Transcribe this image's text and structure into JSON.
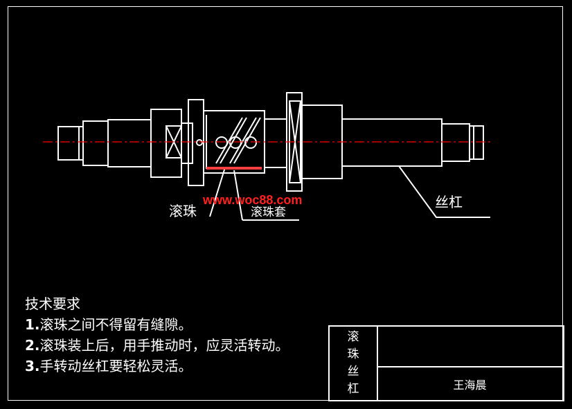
{
  "labels": {
    "ball": "滚珠",
    "ball_sleeve": "滚珠套",
    "screw": "丝杠"
  },
  "watermark": "www.woc88.com",
  "notes": {
    "heading": "技术要求",
    "items": [
      {
        "num": "1.",
        "text": "滚珠之间不得留有缝隙。"
      },
      {
        "num": "2.",
        "text": "滚珠装上后，用手推动时，应灵活转动。"
      },
      {
        "num": "3.",
        "text": "手转动丝杠要轻松灵活。"
      }
    ]
  },
  "title_block": {
    "name_chars": [
      "滚",
      "珠",
      "丝",
      "杠"
    ],
    "author": "王海晨"
  },
  "colors": {
    "background": "#000000",
    "lines": "#ffffff",
    "centerline": "#ff0000",
    "hatch": "#ff4040"
  }
}
